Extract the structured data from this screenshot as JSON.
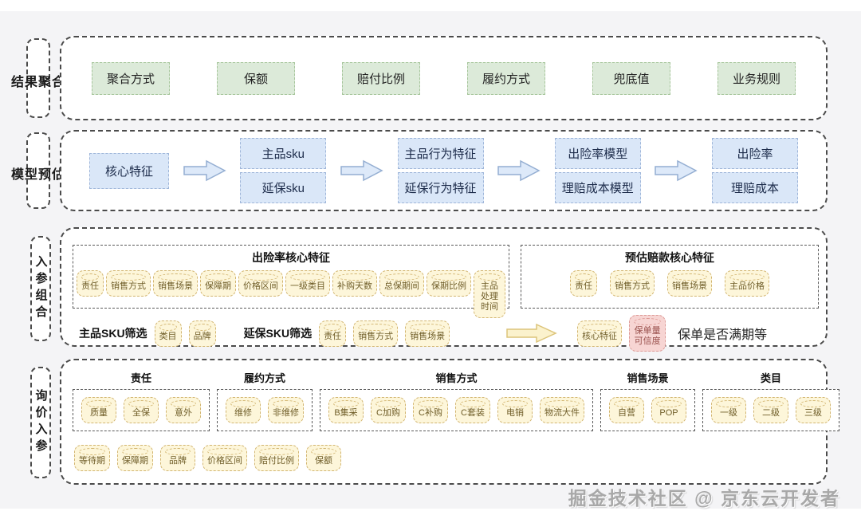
{
  "watermark": "掘金技术社区 @ 京东云开发者",
  "colors": {
    "green_fill": "#dcead9",
    "green_border": "#a6c59b",
    "blue_fill": "#dae7f8",
    "blue_border": "#9fb6d9",
    "yellow_fill": "#fdf6da",
    "yellow_border": "#d2b571",
    "pink_fill": "#f7d5d3",
    "pink_border": "#dd9a96"
  },
  "bands": {
    "result": {
      "label": "结果聚合",
      "items": [
        "聚合方式",
        "保额",
        "赔付比例",
        "履约方式",
        "兜底值",
        "业务规则"
      ]
    },
    "model": {
      "label": "模型预估",
      "start": "核心特征",
      "stages": [
        [
          "主品sku",
          "延保sku"
        ],
        [
          "主品行为特征",
          "延保行为特征"
        ],
        [
          "出险率模型",
          "理赔成本模型"
        ],
        [
          "出险率",
          "理赔成本"
        ]
      ]
    },
    "params": {
      "label": "入参组合",
      "riskBox": {
        "title": "出险率核心特征",
        "items": [
          "责任",
          "销售方式",
          "销售场景",
          "保障期",
          "价格区间",
          "一级类目",
          "补购天数",
          "总保期间",
          "保期比例",
          "主品处理时间"
        ]
      },
      "claimBox": {
        "title": "预估赔款核心特征",
        "items": [
          "责任",
          "销售方式",
          "销售场景",
          "主品价格"
        ]
      },
      "row2": {
        "mainSkuLabel": "主品SKU筛选",
        "mainSkuItems": [
          "类目",
          "品牌"
        ],
        "extSkuLabel": "延保SKU筛选",
        "extSkuItems": [
          "责任",
          "销售方式",
          "销售场景"
        ],
        "coreFeature": "核心特征",
        "credibility": "保单量可信度",
        "note": "保单是否满期等"
      }
    },
    "inquiry": {
      "label": "询价入参",
      "groups": [
        {
          "title": "责任",
          "items": [
            "质量",
            "全保",
            "意外"
          ]
        },
        {
          "title": "履约方式",
          "items": [
            "维修",
            "非维修"
          ]
        },
        {
          "title": "销售方式",
          "items": [
            "B集采",
            "C加购",
            "C补购",
            "C套装",
            "电销",
            "物流大件"
          ]
        },
        {
          "title": "销售场景",
          "items": [
            "自营",
            "POP"
          ]
        },
        {
          "title": "类目",
          "items": [
            "一级",
            "二级",
            "三级"
          ]
        }
      ],
      "extra": [
        "等待期",
        "保障期",
        "品牌",
        "价格区间",
        "赔付比例",
        "保额"
      ]
    }
  }
}
